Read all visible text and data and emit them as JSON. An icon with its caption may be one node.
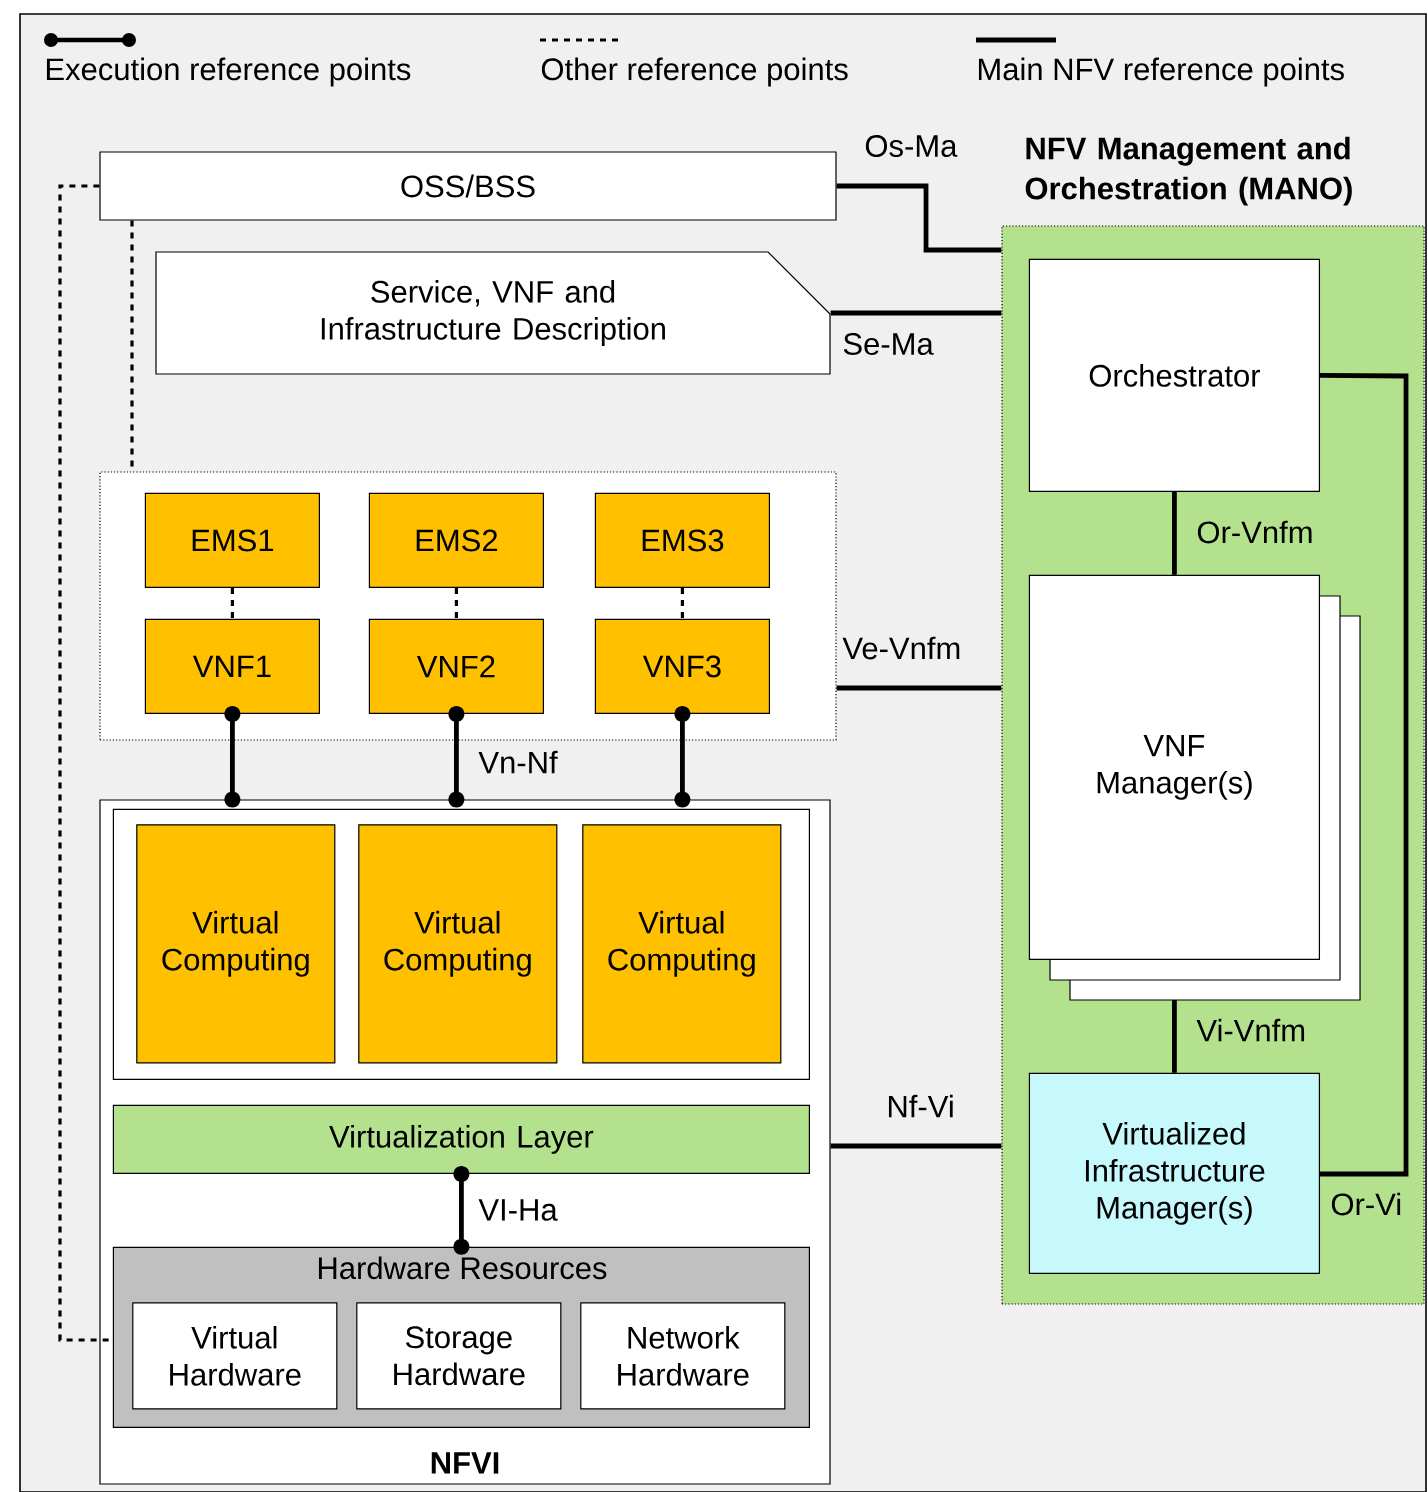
{
  "diagram": {
    "nodes": [
      {
        "text": [
          "OSS/BSS"
        ]
      },
      {
        "text": [
          "Service, VNF and Infrastructure Description"
        ]
      },
      {
        "text": [
          "NFV Management and Orchestration (MANO)"
        ]
      },
      {
        "text": [
          "Orchestrator"
        ],
        "in": 2
      },
      {
        "text": [
          "VNF Manager(s)"
        ],
        "in": 2
      },
      {
        "text": [
          "Virtualized Infrastructure Manager(s)"
        ],
        "in": 2
      },
      {
        "text": [],
        "shape": "box"
      },
      {
        "text": [
          "EMS1"
        ],
        "in": 6
      },
      {
        "text": [
          "EMS2"
        ],
        "in": 6
      },
      {
        "text": [
          "EMS3"
        ],
        "in": 6
      },
      {
        "text": [
          "VNF1"
        ],
        "in": 6
      },
      {
        "text": [
          "VNF2"
        ],
        "in": 6
      },
      {
        "text": [
          "VNF3"
        ],
        "in": 6
      },
      {
        "text": [
          "NFVI"
        ]
      },
      {
        "text": [],
        "shape": "box",
        "in": 13
      },
      {
        "text": [
          "Virtual Computing"
        ],
        "in": 14
      },
      {
        "text": [
          "Virtual Computing"
        ],
        "in": 14
      },
      {
        "text": [
          "Virtual Computing"
        ],
        "in": 14
      },
      {
        "text": [
          "Virtualization Layer"
        ],
        "in": 13
      },
      {
        "text": [
          "Hardware Resources"
        ],
        "in": 13
      },
      {
        "text": [
          "Virtual Hardware"
        ],
        "in": 19
      },
      {
        "text": [
          "Storage Hardware"
        ],
        "in": 19
      },
      {
        "text": [
          "Network Hardware"
        ],
        "in": 19
      }
    ],
    "edges": [
      {
        "from": 0,
        "to": 2,
        "arrow": "none",
        "label": "Os-Ma"
      },
      {
        "from": 1,
        "to": 2,
        "arrow": "none",
        "label": "Se-Ma"
      },
      {
        "from": 6,
        "to": 2,
        "arrow": "none",
        "label": "Ve-Vnfm"
      },
      {
        "from": 13,
        "to": 2,
        "arrow": "none",
        "label": "Nf-Vi"
      },
      {
        "from": 3,
        "to": 4,
        "arrow": "none",
        "label": "Or-Vnfm"
      },
      {
        "from": 4,
        "to": 5,
        "arrow": "none",
        "label": "Vi-Vnfm"
      },
      {
        "from": 3,
        "to": 5,
        "arrow": "none",
        "label": "Or-Vi"
      },
      {
        "from": 7,
        "to": 10,
        "arrow": "none",
        "style": "dashed"
      },
      {
        "from": 8,
        "to": 11,
        "arrow": "none",
        "style": "dashed"
      },
      {
        "from": 9,
        "to": 12,
        "arrow": "none",
        "style": "dashed"
      },
      {
        "from": 10,
        "to": 13,
        "arrow": "other"
      },
      {
        "from": 11,
        "to": 13,
        "arrow": "other",
        "label": "Vn-Nf"
      },
      {
        "from": 12,
        "to": 13,
        "arrow": "other"
      },
      {
        "from": 18,
        "to": 19,
        "arrow": "other",
        "label": "VI-Ha"
      },
      {
        "from": 0,
        "to": 19,
        "arrow": "none",
        "style": "dashed"
      },
      {
        "from": 0,
        "to": 6,
        "arrow": "none",
        "style": "dashed"
      }
    ],
    "legend": [
      {
        "text": "Execution reference points"
      },
      {
        "text": "Other reference points"
      },
      {
        "text": "Main NFV reference points"
      }
    ]
  }
}
